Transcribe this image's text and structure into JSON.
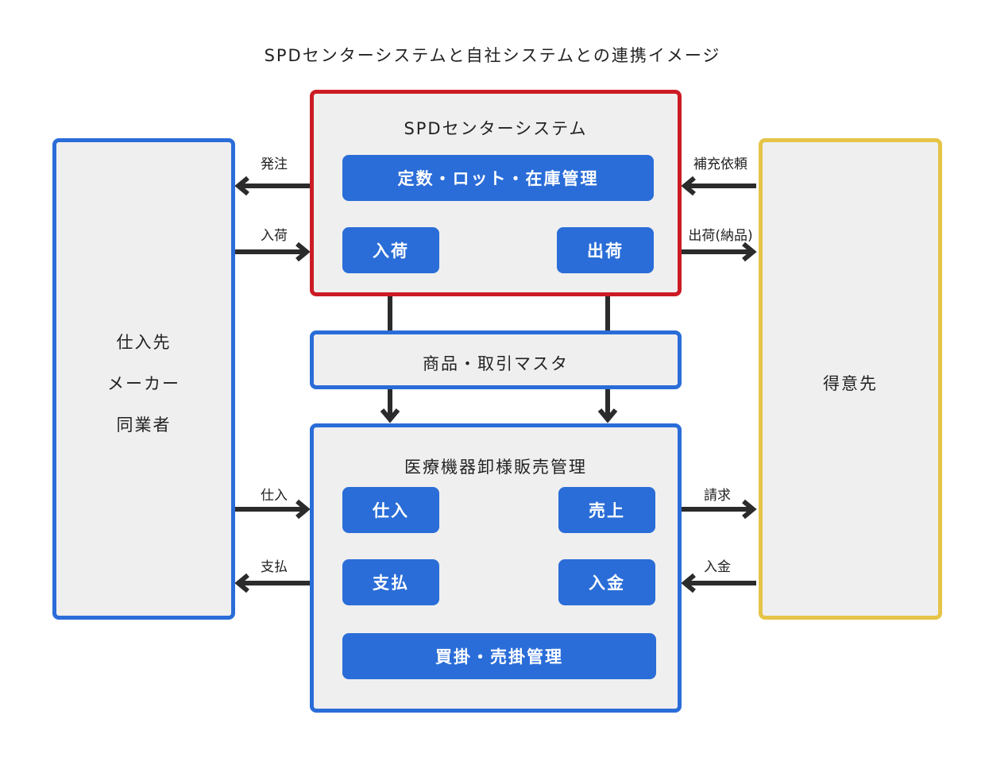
{
  "title": "SPDセンターシステムと自社システムとの連携イメージ",
  "colors": {
    "blue": "#2a6dd8",
    "red": "#cc1b25",
    "yellow": "#e5c447",
    "box_fill": "#efefef",
    "arrow": "#2b2b2b"
  },
  "spd": {
    "title": "SPDセンターシステム",
    "items": [
      "定数・ロット・在庫管理",
      "入荷",
      "出荷"
    ]
  },
  "master": {
    "title": "商品・取引マスタ"
  },
  "sales": {
    "title": "医療機器卸様販売管理",
    "items": [
      "仕入",
      "売上",
      "支払",
      "入金",
      "買掛・売掛管理"
    ]
  },
  "supplier": {
    "lines": [
      "仕入先",
      "メーカー",
      "同業者"
    ]
  },
  "customer": {
    "label": "得意先"
  },
  "flows": {
    "order": "発注",
    "receiving": "入荷",
    "purchase": "仕入",
    "payment": "支払",
    "replenish_request": "補充依頼",
    "shipping": "出荷(納品)",
    "billing": "請求",
    "deposit": "入金"
  }
}
